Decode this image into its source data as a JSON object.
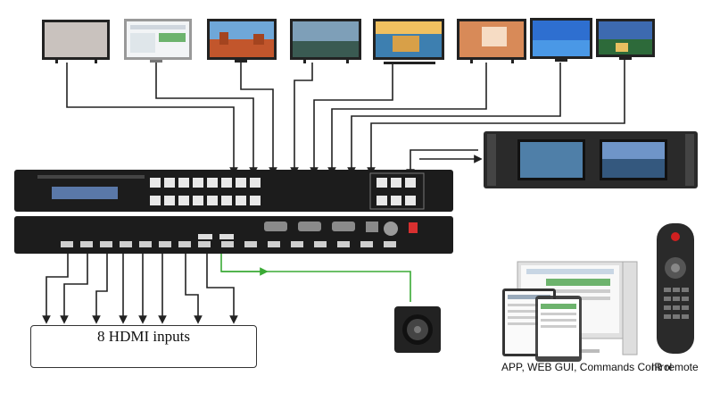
{
  "inputs": {
    "title": "8 HDMI inputs"
  },
  "captions": {
    "control": "APP, WEB GUI, Commands Control",
    "remote": "IR remote"
  },
  "colors": {
    "line": "#222222",
    "audio_line": "#3aaa35",
    "chassis": "#1c1c1c",
    "key": "#e8e8e8",
    "lcd": "#5a78a8",
    "remote_red": "#d02020"
  },
  "icons": {
    "displays": [
      "tv-icon",
      "monitor-icon",
      "tv-icon",
      "tv-icon",
      "tv-icon",
      "tv-icon",
      "tv-icon",
      "tv-icon"
    ],
    "sources": [
      "pc-icon",
      "monitor-icon",
      "camera-icon",
      "camera-icon",
      "pc-icon",
      "game-icon",
      "player-icon",
      "remote-icon",
      "player-icon"
    ],
    "audio": "speaker-icon",
    "rack_monitor": "rack-monitor-icon",
    "ir_remote": "remote-control-icon",
    "control_pc": "computer-icon"
  }
}
